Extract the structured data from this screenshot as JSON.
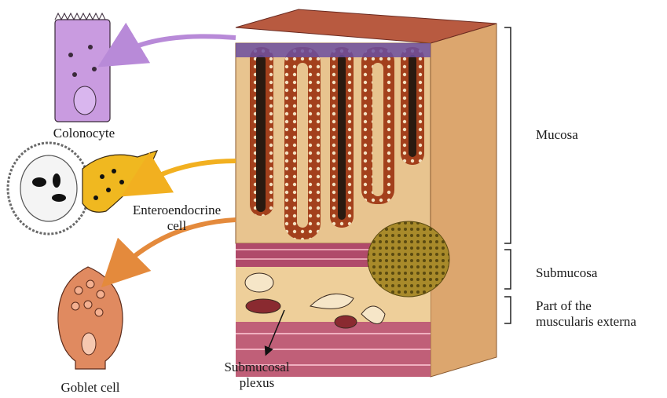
{
  "labels": {
    "colonocyte": "Colonocyte",
    "enteroendocrine_line1": "Enteroendocrine",
    "enteroendocrine_line2": "cell",
    "goblet": "Goblet cell",
    "submucosal_line1": "Submucosal",
    "submucosal_line2": "plexus",
    "mucosa": "Mucosa",
    "submucosa": "Submucosa",
    "muscularis_line1": "Part of the",
    "muscularis_line2": "muscularis externa"
  },
  "colors": {
    "mucosa_base": "#e8c48f",
    "crypt_cells": "#a3401c",
    "surface_purple": "#6b4fa0",
    "submucosa_band": "#b04a6a",
    "muscle_band": "#c05f78",
    "colonocyte_fill": "#c99be0",
    "enteroendocrine_fill": "#f0b820",
    "goblet_fill": "#e08a60",
    "arrow_purple": "#b88ad8",
    "arrow_yellow": "#f2b020",
    "arrow_orange": "#e48a3c",
    "lymph_nodule": "#9a8a30"
  }
}
